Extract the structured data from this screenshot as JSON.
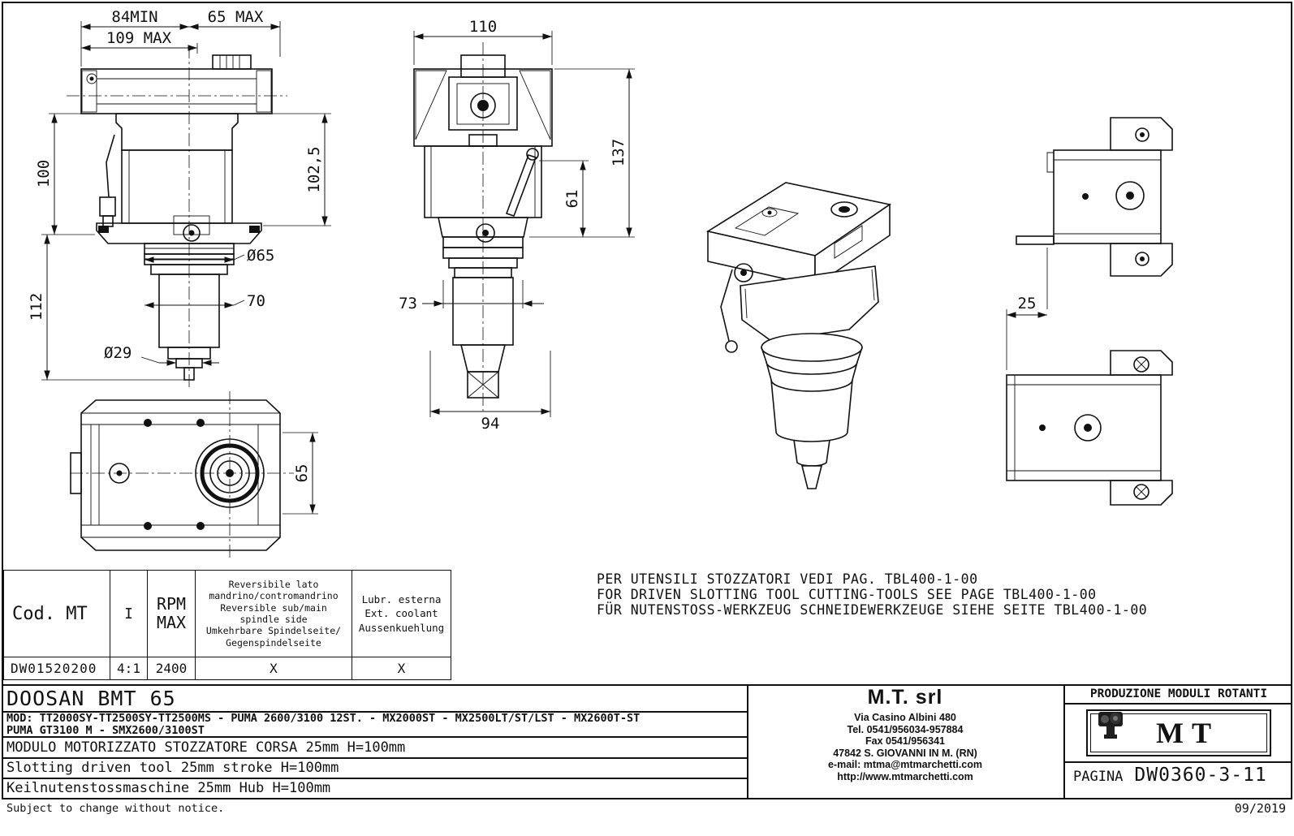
{
  "colors": {
    "ink": "#111111",
    "paper": "#ffffff"
  },
  "drawing": {
    "front": {
      "d84min": "84MIN",
      "d65max": "65 MAX",
      "d109max": "109 MAX",
      "d100": "100",
      "d102_5": "102,5",
      "d112": "112",
      "dia65": "Ø65",
      "d70": "70",
      "dia29": "Ø29"
    },
    "bottom": {
      "d65": "65"
    },
    "side": {
      "d110": "110",
      "d137": "137",
      "d61": "61",
      "d73": "73",
      "d94": "94"
    },
    "profile": {
      "d25": "25"
    }
  },
  "spec_table": {
    "col_cod": "Cod. MT",
    "col_ratio": "I",
    "col_rpm": "RPM\nMAX",
    "col_reversible": "Reversibile lato\nmandrino/contromandrino\nReversible sub/main\nspindle side\nUmkehrbare Spindelseite/\nGegenspindelseite",
    "col_lubr": "Lubr. esterna\nExt. coolant\nAussenkuehlung",
    "row": {
      "cod": "DW01520200",
      "ratio": "4:1",
      "rpm": "2400",
      "reversible": "X",
      "lubr": "X"
    }
  },
  "notes": {
    "line1": "PER UTENSILI STOZZATORI VEDI PAG. TBL400-1-00",
    "line2": "FOR DRIVEN SLOTTING TOOL CUTTING-TOOLS SEE PAGE TBL400-1-00",
    "line3": "FÜR NUTENSTOSS-WERKZEUG SCHNEIDEWERKZEUGE SIEHE SEITE TBL400-1-00"
  },
  "title_block": {
    "machine": "DOOSAN  BMT 65",
    "mod_line1": "MOD: TT2000SY-TT2500SY-TT2500MS - PUMA 2600/3100 12ST. - MX2000ST - MX2500LT/ST/LST - MX2600T-ST",
    "mod_line2": "PUMA GT3100 M - SMX2600/3100ST",
    "desc_it": "MODULO MOTORIZZATO STOZZATORE CORSA 25mm H=100mm",
    "desc_en": "Slotting driven tool 25mm stroke H=100mm",
    "desc_de": "Keilnutenstossmaschine 25mm Hub H=100mm"
  },
  "company": {
    "name": "M.T. srl",
    "address": "Via Casino Albini 480",
    "tel": "Tel. 0541/956034-957884",
    "fax": "Fax 0541/956341",
    "city": "47842 S. GIOVANNI IN M. (RN)",
    "email": "e-mail: mtma@mtmarchetti.com",
    "website": "http://www.mtmarchetti.com"
  },
  "right_block": {
    "production": "PRODUZIONE MODULI ROTANTI",
    "logo_text": "MT",
    "page_label": "PAGINA",
    "page_code": "DW0360-3-11"
  },
  "footer": {
    "note": "Subject to change without notice.",
    "date": "09/2019"
  }
}
